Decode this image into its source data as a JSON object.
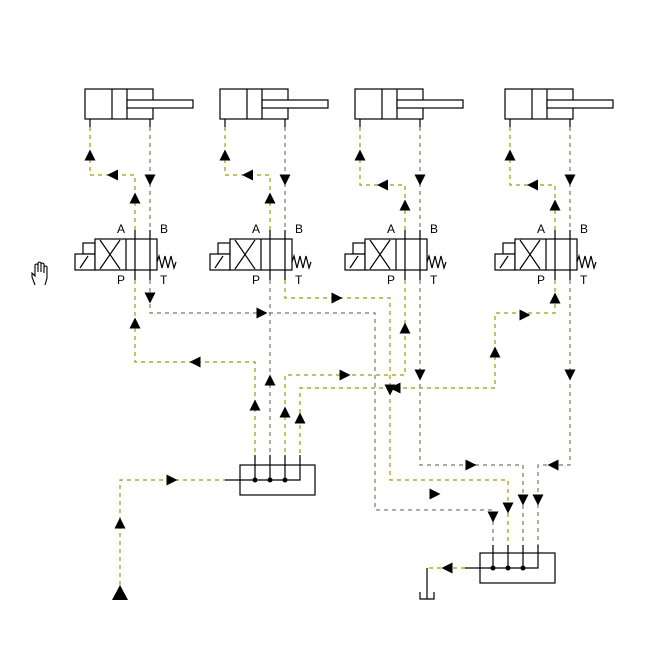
{
  "title": "Electro-hydraulic circuit with four cylinders and 4/2 solenoid valves",
  "colors": {
    "flow_line": "#a09a00",
    "flow_line_alt": "#7a7a6a",
    "symbol": "#000000"
  },
  "units": [
    {
      "name": "unit-1",
      "ports": {
        "a": "A",
        "b": "B",
        "p": "P",
        "t": "T"
      }
    },
    {
      "name": "unit-2",
      "ports": {
        "a": "A",
        "b": "B",
        "p": "P",
        "t": "T"
      }
    },
    {
      "name": "unit-3",
      "ports": {
        "a": "A",
        "b": "B",
        "p": "P",
        "t": "T"
      }
    },
    {
      "name": "unit-4",
      "ports": {
        "a": "A",
        "b": "B",
        "p": "P",
        "t": "T"
      }
    }
  ],
  "cursor_icon": "hand-cursor-icon"
}
